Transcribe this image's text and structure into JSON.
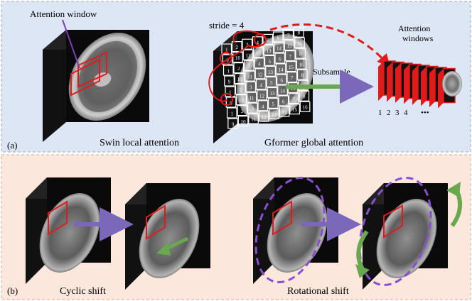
{
  "panel_a": {
    "label": "(a)",
    "caption_left": "Swin local attention",
    "caption_right": "Gformer global attention",
    "attention_window_label": "Attention window",
    "stride_label": "stride = 4",
    "subsample_label": "Subsample",
    "attention_windows_label_line1": "Attention",
    "attention_windows_label_line2": "windows",
    "window_indices": [
      "1",
      "2",
      "3",
      "4",
      "•••"
    ],
    "grid_numbers": [
      "1",
      "2",
      "3",
      "4",
      "5",
      "6",
      "7",
      "8",
      "9",
      "10",
      "11",
      "12",
      "13",
      "14",
      "15",
      "16"
    ]
  },
  "panel_b": {
    "label": "(b)",
    "caption_left": "Cyclic shift",
    "caption_right": "Rotational shift"
  },
  "colors": {
    "panel_a_bg": "#dde6f5",
    "panel_b_bg": "#fbe7dc",
    "window_red": "#e01b1b",
    "arrow_purple": "#7b68b8",
    "arrow_green": "#6aa84f",
    "ellipse_purple": "#8a4fd0"
  }
}
